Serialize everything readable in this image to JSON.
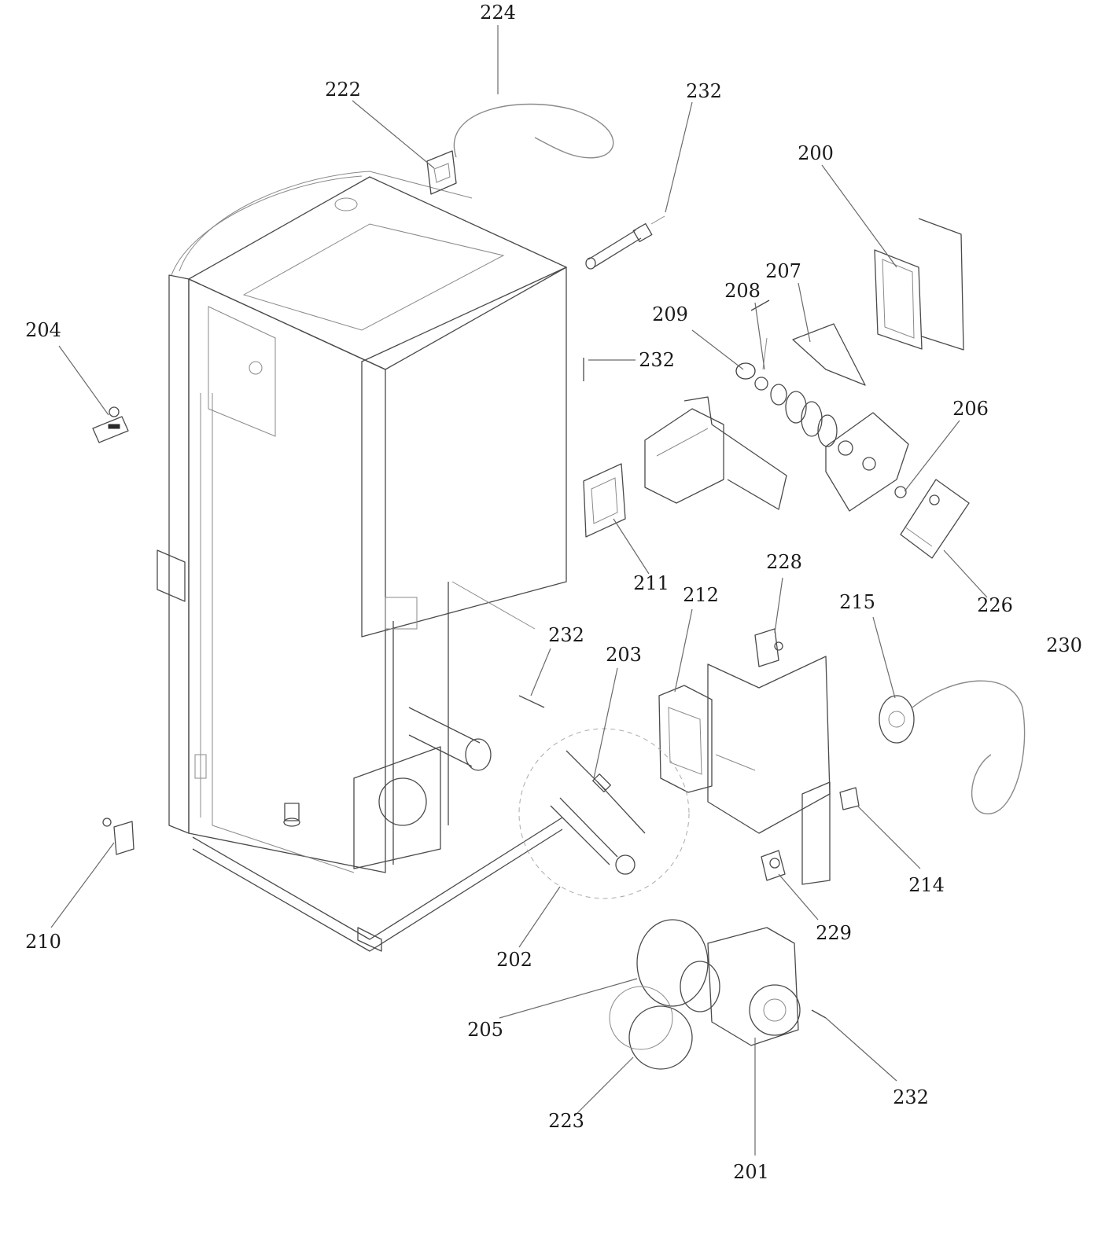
{
  "diagram": {
    "callouts": [
      {
        "id": "c224",
        "label": "224"
      },
      {
        "id": "c222",
        "label": "222"
      },
      {
        "id": "c232a",
        "label": "232"
      },
      {
        "id": "c200",
        "label": "200"
      },
      {
        "id": "c207",
        "label": "207"
      },
      {
        "id": "c208",
        "label": "208"
      },
      {
        "id": "c209",
        "label": "209"
      },
      {
        "id": "c204",
        "label": "204"
      },
      {
        "id": "c232b",
        "label": "232"
      },
      {
        "id": "c206",
        "label": "206"
      },
      {
        "id": "c211",
        "label": "211"
      },
      {
        "id": "c212",
        "label": "212"
      },
      {
        "id": "c228",
        "label": "228"
      },
      {
        "id": "c215",
        "label": "215"
      },
      {
        "id": "c226",
        "label": "226"
      },
      {
        "id": "c230",
        "label": "230"
      },
      {
        "id": "c232c",
        "label": "232"
      },
      {
        "id": "c203",
        "label": "203"
      },
      {
        "id": "c214",
        "label": "214"
      },
      {
        "id": "c229",
        "label": "229"
      },
      {
        "id": "c210",
        "label": "210"
      },
      {
        "id": "c202",
        "label": "202"
      },
      {
        "id": "c205",
        "label": "205"
      },
      {
        "id": "c232d",
        "label": "232"
      },
      {
        "id": "c223",
        "label": "223"
      },
      {
        "id": "c201",
        "label": "201"
      }
    ]
  }
}
